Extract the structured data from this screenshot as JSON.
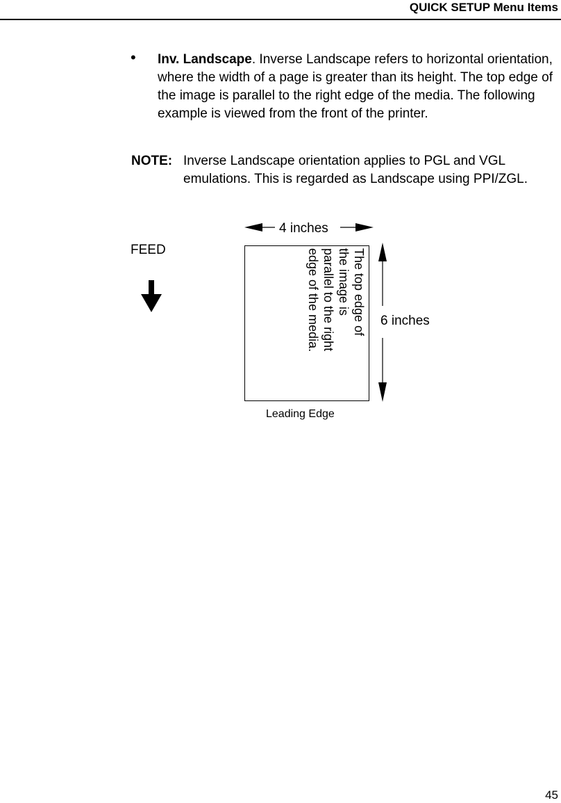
{
  "header": {
    "title": "QUICK SETUP Menu Items"
  },
  "bullet": {
    "term": "Inv. Landscape",
    "text": ". Inverse Landscape refers to horizontal orientation, where the width of a page is greater than its height. The top edge of the image is parallel to the right edge of the media. The following example is viewed from the front of the printer."
  },
  "note": {
    "label": "NOTE:",
    "text": "Inverse Landscape orientation applies to PGL and VGL emulations. This is regarded as Landscape using PPI/ZGL."
  },
  "diagram": {
    "width_label": "4 inches",
    "height_label": "6 inches",
    "feed_label": "FEED",
    "leading_edge_label": "Leading Edge",
    "image_text_lines": [
      "The top edge of",
      "the image is",
      "parallel to the right",
      "edge of the media."
    ]
  },
  "footer": {
    "page_number": "45"
  }
}
